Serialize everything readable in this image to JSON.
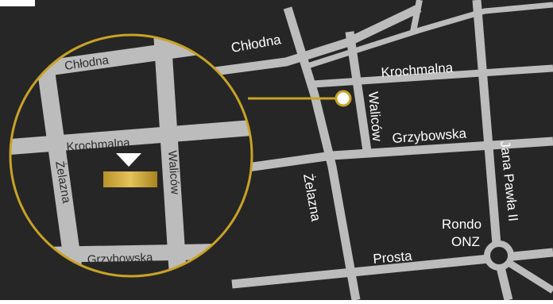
{
  "colors": {
    "background": "#262626",
    "street": "#bcbcbc",
    "accent": "#c9a227",
    "marker_fill": "#ffffff"
  },
  "streets": {
    "main": {
      "chlodna": "Chłodna",
      "krochmalna": "Krochmalna",
      "walicow": "Waliców",
      "grzybowska": "Grzybowska",
      "zelazna": "Żelazna",
      "jana_pawla": "Jana Pawła II",
      "rondo_line1": "Rondo",
      "rondo_line2": "ONZ",
      "prosta": "Prosta"
    },
    "inset": {
      "chlodna": "Chłodna",
      "krochmalna": "Krochmalna",
      "zelazna": "Żelazna",
      "walicow": "Waliców",
      "grzybowska": "Grzybowska"
    }
  },
  "icons": {
    "location_marker": "circle-pin-icon",
    "inset_pointer": "triangle-down-icon",
    "building": "gold-bar-icon",
    "roundabout": "ring-icon"
  }
}
